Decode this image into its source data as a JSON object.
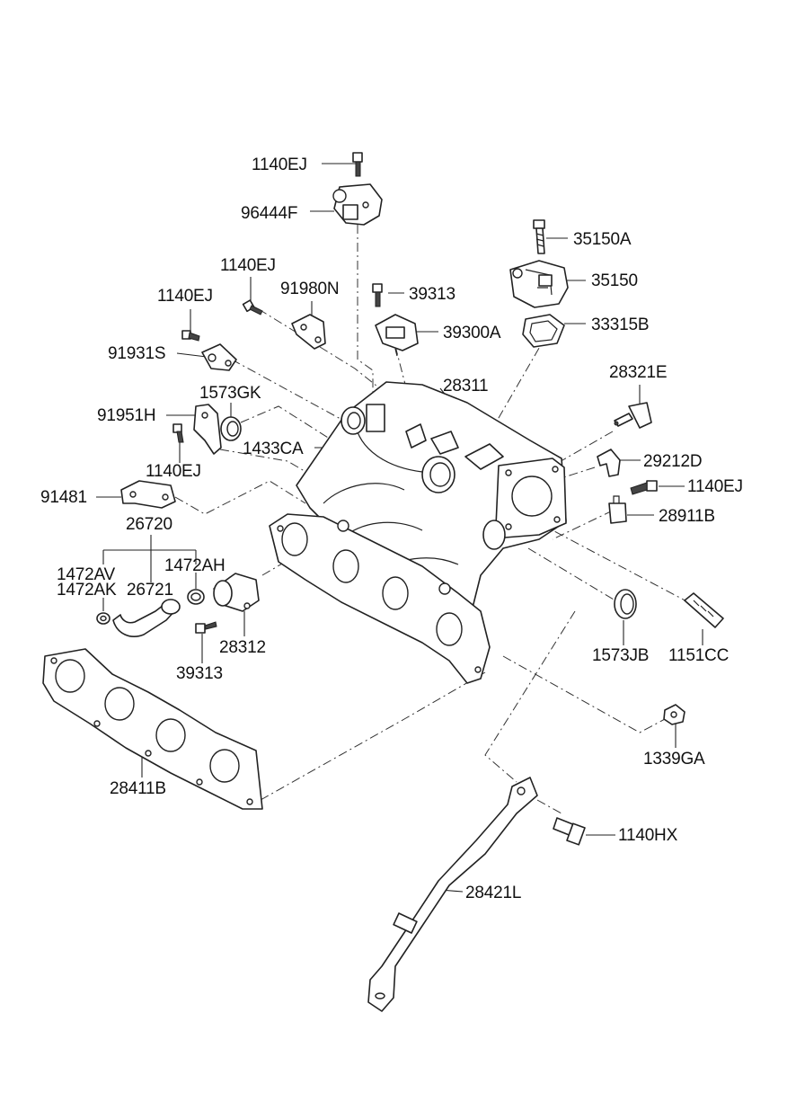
{
  "labels": {
    "l1140ej_top": "1140EJ",
    "l96444f": "96444F",
    "l35150a": "35150A",
    "l1140ej_b": "1140EJ",
    "l91980n": "91980N",
    "l39313_top": "39313",
    "l35150": "35150",
    "l1140ej_c": "1140EJ",
    "l39300a": "39300A",
    "l33315b": "33315B",
    "l91931s": "91931S",
    "l28311": "28311",
    "l28321e": "28321E",
    "l1573gk": "1573GK",
    "l91951h": "91951H",
    "l1433ca": "1433CA",
    "l29212d": "29212D",
    "l1140ej_d": "1140EJ",
    "l1140ej_e": "1140EJ",
    "l91481": "91481",
    "l28911b": "28911B",
    "l26720": "26720",
    "l1472av": "1472AV",
    "l1472ah": "1472AH",
    "l1472ak": "1472AK",
    "l26721": "26721",
    "l28312": "28312",
    "l39313_bot": "39313",
    "l1573jb": "1573JB",
    "l1151cc": "1151CC",
    "l1339ga": "1339GA",
    "l28411b": "28411B",
    "l1140hx": "1140HX",
    "l28421l": "28421L"
  }
}
